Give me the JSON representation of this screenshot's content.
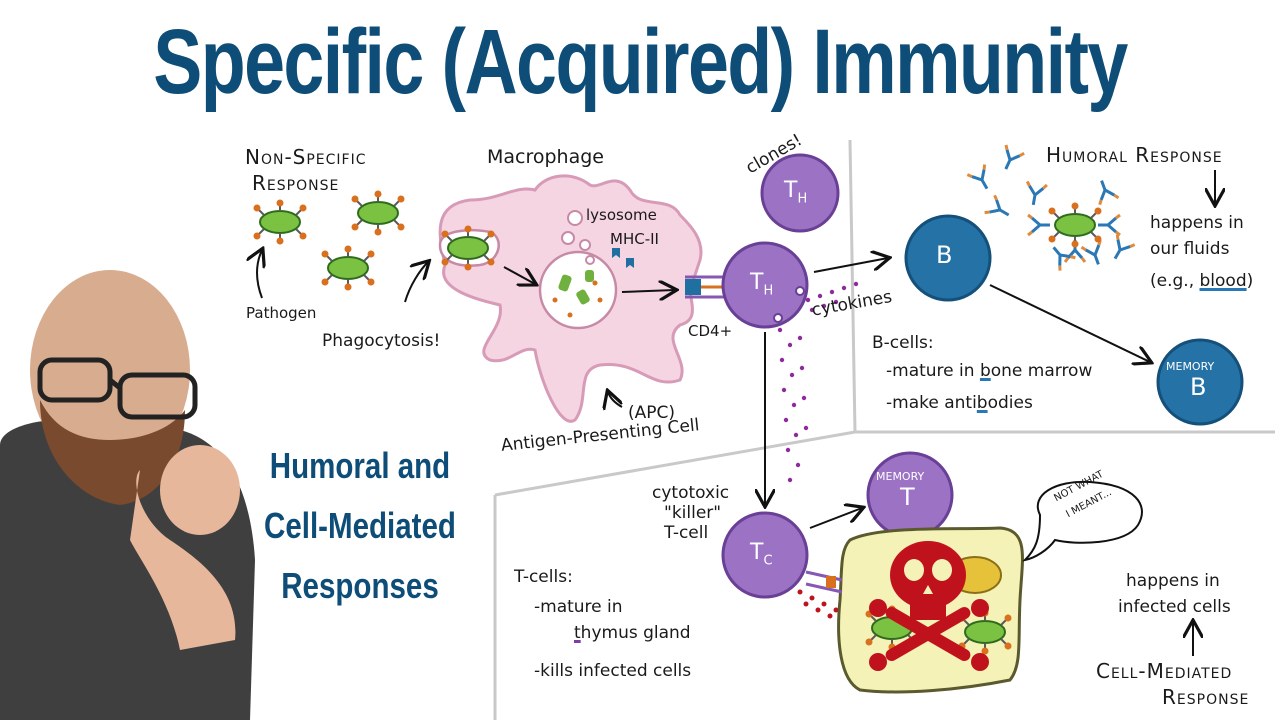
{
  "title": "Specific (Acquired) Immunity",
  "subtitle": [
    "Humoral and",
    "Cell-Mediated",
    "Responses"
  ],
  "labels": {
    "non_specific_1": "Non-Specific",
    "non_specific_2": "Response",
    "macrophage": "Macrophage",
    "lysosome": "lysosome",
    "mhc": "MHC-II",
    "pathogen": "Pathogen",
    "phagocytosis": "Phagocytosis!",
    "apc": "(APC)",
    "antigen_presenting": "Antigen-Presenting Cell",
    "cd4": "CD4+",
    "cytokines": "cytokines",
    "clones": "clones!",
    "cytotoxic_1": "cytotoxic",
    "cytotoxic_2": "\"killer\"",
    "cytotoxic_3": "T-cell",
    "not_what_1": "NOT WHAT",
    "not_what_2": "I MEANT...",
    "humoral": "Humoral Response",
    "happens_fluids_1": "happens in",
    "happens_fluids_2": "our fluids",
    "happens_fluids_3_pre": "(e.g., ",
    "happens_fluids_3_word": "blood",
    "happens_fluids_3_post": ")",
    "bcells_title": "B-cells:",
    "bcells_1_pre": "-mature in ",
    "bcells_1_word": "b",
    "bcells_1_post": "one marrow",
    "bcells_2_pre": "-make anti",
    "bcells_2_word": "b",
    "bcells_2_post": "odies",
    "tcells_title": "T-cells:",
    "tcells_1": "-mature in",
    "tcells_2_word": "t",
    "tcells_2_post": "hymus gland",
    "tcells_3": "-kills infected cells",
    "happens_infected_1": "happens in",
    "happens_infected_2": "infected cells",
    "cell_mediated_1": "Cell-Mediated",
    "cell_mediated_2": "Response"
  },
  "cells": {
    "th_clone": "T",
    "th_clone_sub": "H",
    "th": "T",
    "th_sub": "H",
    "tc": "T",
    "tc_sub": "C",
    "b": "B",
    "memory_b_top": "MEMORY",
    "memory_b": "B",
    "memory_t_top": "MEMORY",
    "memory_t": "T"
  },
  "colors": {
    "title": "#0e4d77",
    "t_cell": "#9b72c4",
    "b_cell": "#2472a6",
    "macrophage": "#f6d5e2",
    "pathogen": "#7cc242",
    "infected_cell": "#f4f2b6",
    "skull": "#c0121d"
  }
}
